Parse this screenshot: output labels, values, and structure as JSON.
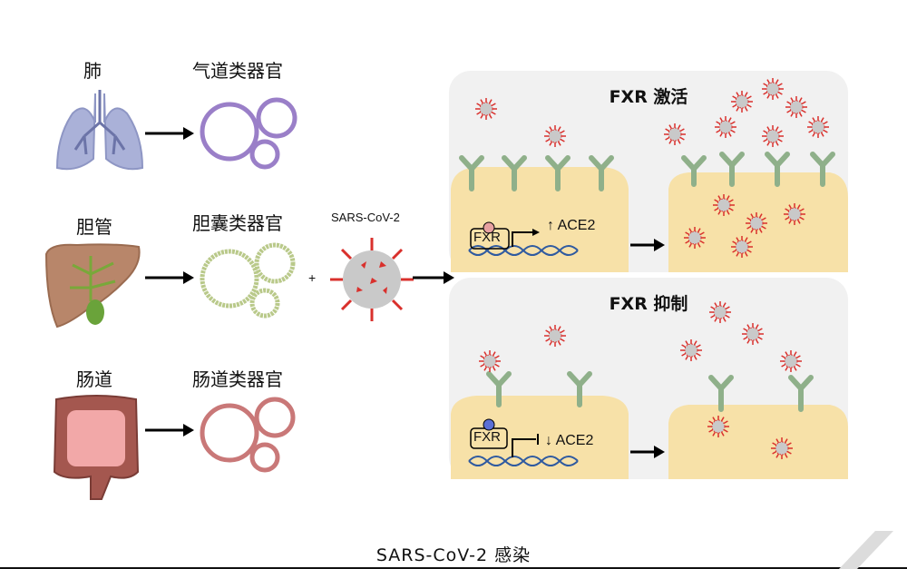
{
  "left": {
    "rows": [
      {
        "organ": "肺",
        "organoid": "气道类器官"
      },
      {
        "organ": "胆管",
        "organoid": "胆囊类器官"
      },
      {
        "organ": "肠道",
        "organoid": "肠道类器官"
      }
    ]
  },
  "virus_label": "SARS-CoV-2",
  "plus": "+",
  "panels": [
    {
      "title": "FXR 激活",
      "fxr": "FXR",
      "ace_label": "↑ ACE2"
    },
    {
      "title": "FXR 抑制",
      "fxr": "FXR",
      "ace_label": "↓ ACE2"
    }
  ],
  "caption": "SARS-CoV-2 感染",
  "colors": {
    "airway": "#9a7fc8",
    "gallbladder_ring": "#b9c98a",
    "intestine_ring": "#c97878",
    "cell": "#f7e1a8",
    "receptor": "#8fb08a",
    "virus_spike": "#d9302c",
    "fxr_active": "#e7a0a0",
    "fxr_inhibit": "#5b6fd6"
  }
}
